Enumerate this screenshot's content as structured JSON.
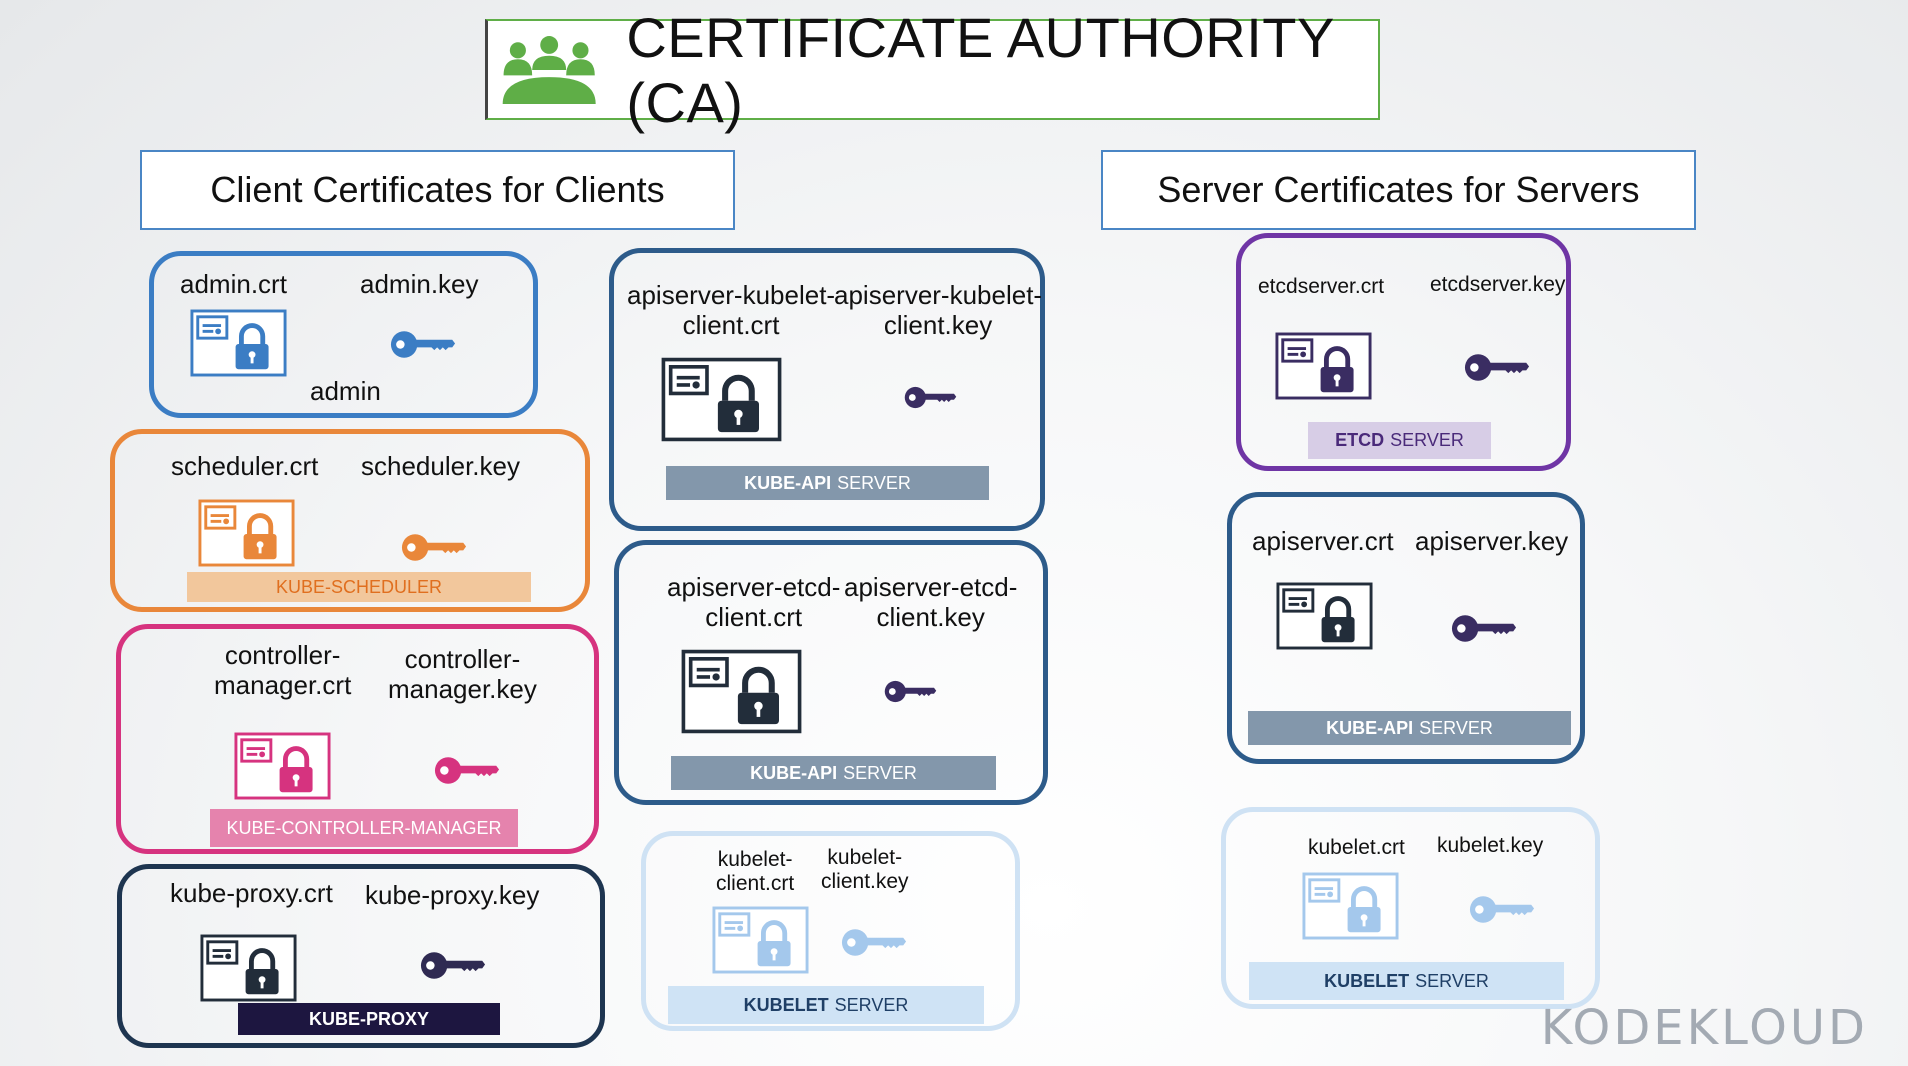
{
  "title": "CERTIFICATE AUTHORITY (CA)",
  "headers": {
    "client": "Client Certificates for Clients",
    "server": "Server Certificates for Servers"
  },
  "colors": {
    "ca_green": "#5fae47",
    "admin": "#3b7dc4",
    "scheduler": "#e9873a",
    "controller": "#d6337f",
    "proxy": "#1e3550",
    "kube_api": "#2d5b8a",
    "kubelet": "#b7d3ee",
    "etcd": "#6f35a5",
    "key_dark": "#3a2d62"
  },
  "groups": {
    "admin": {
      "crt": "admin.crt",
      "key": "admin.key",
      "label": "admin"
    },
    "scheduler": {
      "crt": "scheduler.crt",
      "key": "scheduler.key",
      "label": "KUBE-SCHEDULER"
    },
    "controller": {
      "crt": "controller-\nmanager.crt",
      "key": "controller-\nmanager.key",
      "label": "KUBE-CONTROLLER-MANAGER"
    },
    "proxy": {
      "crt": "kube-proxy.crt",
      "key": "kube-proxy.key",
      "label": "KUBE-PROXY"
    },
    "apiserver_kubelet_client": {
      "crt": "apiserver-kubelet-\nclient.crt",
      "key": "apiserver-kubelet-\nclient.key",
      "label_bold": "KUBE-API",
      "label_rest": "SERVER"
    },
    "apiserver_etcd_client": {
      "crt": "apiserver-etcd-\nclient.crt",
      "key": "apiserver-etcd-\nclient.key",
      "label_bold": "KUBE-API",
      "label_rest": "SERVER"
    },
    "kubelet_client": {
      "crt": "kubelet-\nclient.crt",
      "key": "kubelet-\nclient.key",
      "label_bold": "KUBELET",
      "label_rest": "SERVER"
    },
    "etcd": {
      "crt": "etcdserver.crt",
      "key": "etcdserver.key",
      "label_bold": "ETCD",
      "label_rest": "SERVER"
    },
    "apiserver": {
      "crt": "apiserver.crt",
      "key": "apiserver.key",
      "label_bold": "KUBE-API",
      "label_rest": "SERVER"
    },
    "kubelet_server": {
      "crt": "kubelet.crt",
      "key": "kubelet.key",
      "label_bold": "KUBELET",
      "label_rest": "SERVER"
    }
  },
  "logo": "KODEKLOUD"
}
